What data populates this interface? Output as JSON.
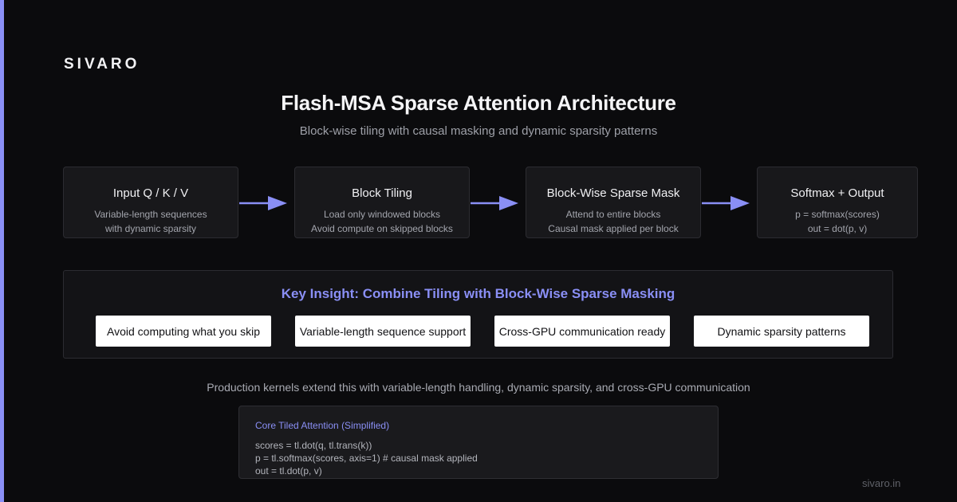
{
  "brand": "SIVARO",
  "title": "Flash-MSA Sparse Attention Architecture",
  "subtitle": "Block-wise tiling with causal masking and dynamic sparsity patterns",
  "stages": [
    {
      "title": "Input Q / K / V",
      "lines": [
        "Variable-length sequences",
        "with dynamic sparsity"
      ]
    },
    {
      "title": "Block Tiling",
      "lines": [
        "Load only windowed blocks",
        "Avoid compute on skipped blocks"
      ]
    },
    {
      "title": "Block-Wise Sparse Mask",
      "lines": [
        "Attend to entire blocks",
        "Causal mask applied per block"
      ]
    },
    {
      "title": "Softmax + Output",
      "lines": [
        "p = softmax(scores)",
        "out = dot(p, v)"
      ]
    }
  ],
  "insight": {
    "title": "Key Insight: Combine Tiling with Block-Wise Sparse Masking",
    "pills": [
      "Avoid computing what you skip",
      "Variable-length sequence support",
      "Cross-GPU communication ready",
      "Dynamic sparsity patterns"
    ]
  },
  "note": "Production kernels extend this with variable-length handling, dynamic sparsity, and cross-GPU communication",
  "code": {
    "title": "Core Tiled Attention (Simplified)",
    "lines": [
      "scores = tl.dot(q, tl.trans(k))",
      "p = tl.softmax(scores, axis=1) # causal mask applied",
      "out = tl.dot(p, v)"
    ]
  },
  "footer_url": "sivaro.in",
  "colors": {
    "accent": "#8a8ff5",
    "background": "#0b0b0d",
    "card": "#18181b"
  }
}
